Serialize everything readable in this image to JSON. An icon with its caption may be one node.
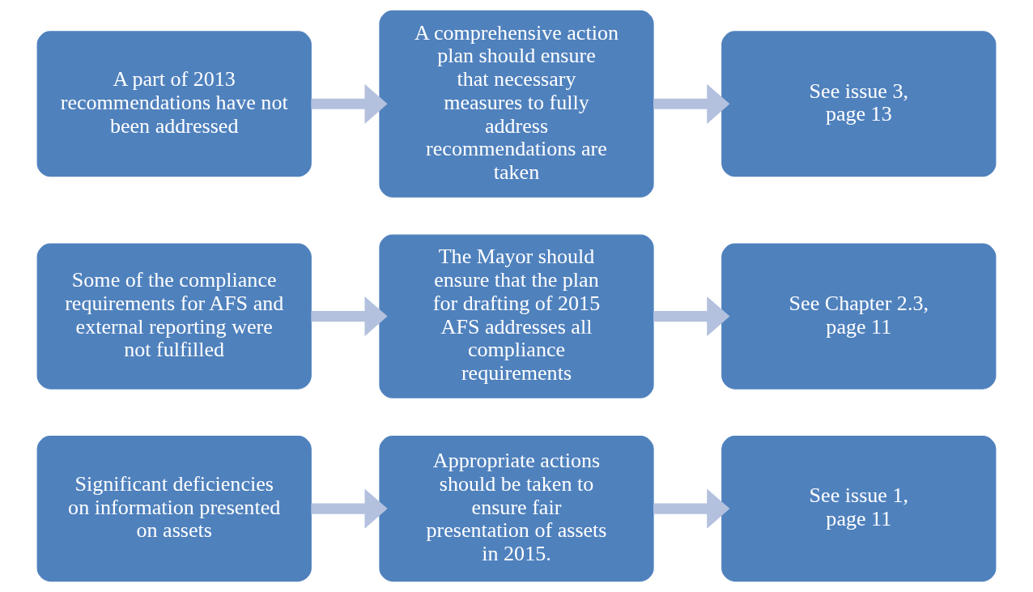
{
  "diagram": {
    "nodes": [
      {
        "text": [
          "Significant deficiencies on information presented on assets"
        ]
      },
      {
        "text": [
          "Appropriate actions should be taken to ensure fair presentation of assets in 2015."
        ]
      },
      {
        "text": [
          "See issue 1, page 11"
        ]
      },
      {
        "text": [
          "Some of the compliance requirements for AFS and external reporting were not fulfilled"
        ]
      },
      {
        "text": [
          "The Mayor should ensure that the plan for drafting of 2015 AFS addresses all compliance requirements"
        ]
      },
      {
        "text": [
          "See Chapter 2.3, page 11"
        ]
      },
      {
        "text": [
          "A part of 2013 recommendations have not been addressed"
        ]
      },
      {
        "text": [
          "A comprehensive action plan should ensure that necessary measures to fully address recommendations are taken"
        ]
      },
      {
        "text": [
          "See issue 3, page 13"
        ]
      }
    ],
    "edges": [
      {
        "from": 0,
        "to": 1,
        "arrow": "to"
      },
      {
        "from": 1,
        "to": 2,
        "arrow": "to"
      },
      {
        "from": 3,
        "to": 4,
        "arrow": "to"
      },
      {
        "from": 4,
        "to": 5,
        "arrow": "to"
      },
      {
        "from": 6,
        "to": 7,
        "arrow": "to"
      },
      {
        "from": 7,
        "to": 8,
        "arrow": "to"
      }
    ]
  }
}
